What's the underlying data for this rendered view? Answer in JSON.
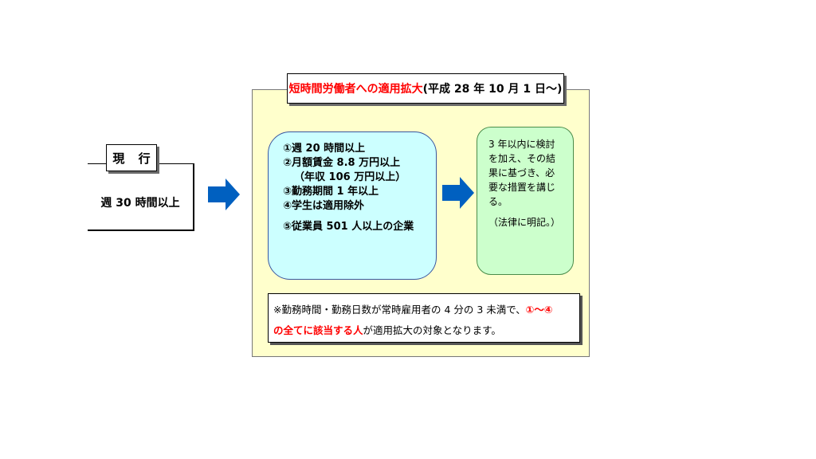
{
  "current": {
    "tab_label": "現 行",
    "condition": "週 30 時間以上"
  },
  "header": {
    "title_red": "短時間労働者への適用拡大",
    "title_black": "(平成 28 年 10 月 1 日〜)"
  },
  "conditions": [
    "①週 20 時間以上",
    "②月額賃金 8.8 万円以上",
    "（年収 106 万円以上）",
    "③勤務期間 1 年以上",
    "④学生は適用除外",
    "⑤従業員 501 人以上の企業"
  ],
  "result": {
    "lines": [
      "3 年以内に検討",
      "を加え、その結",
      "果に基づき、必",
      "要な措置を講じ",
      "る。"
    ],
    "note": "（法律に明記。）"
  },
  "footnote": {
    "line1_black": "※勤務時間・勤務日数が常時雇用者の 4 分の 3 未満で、",
    "line1_red": "①〜④",
    "line2_red": "の全てに該当する人",
    "line2_black": "が適用拡大の対象となります。"
  },
  "colors": {
    "arrow": "#0060c0",
    "panel_bg": "#ffffcc",
    "conditions_bg": "#ccffff",
    "result_bg": "#ccffcc",
    "highlight": "#ff0000"
  }
}
